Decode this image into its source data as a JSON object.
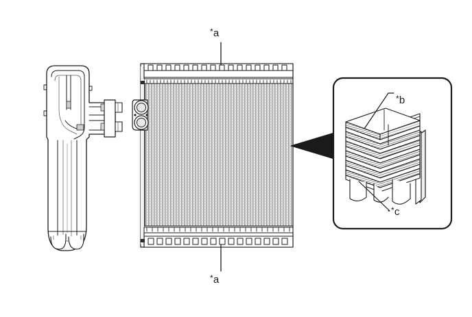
{
  "figure": {
    "title": "Air Conditioning Evaporator Assembly Exploded Illustration",
    "background_color": "#ffffff",
    "line_color": "#1a1a1a",
    "fin_color": "#9a9a9a",
    "shade_color": "#d9d9d9"
  },
  "labels": {
    "a_top": {
      "star": "*",
      "text": "a"
    },
    "a_bottom": {
      "star": "*",
      "text": "a"
    },
    "b": {
      "star": "*",
      "text": "b"
    },
    "c": {
      "star": "*",
      "text": "c"
    }
  },
  "parts": {
    "profile_view": {
      "name": "evaporator-side-profile-view",
      "description": "Side profile of evaporator with inlet and outlet tube fittings"
    },
    "core_view": {
      "name": "evaporator-core-front-view",
      "description": "Front view of finned evaporator core with top and bottom comb headers and two round port fittings"
    },
    "detail_callout": {
      "name": "fin-tube-detail-callout",
      "description": "Magnified isometric detail of stacked corrugated fins and flat tubes"
    }
  }
}
